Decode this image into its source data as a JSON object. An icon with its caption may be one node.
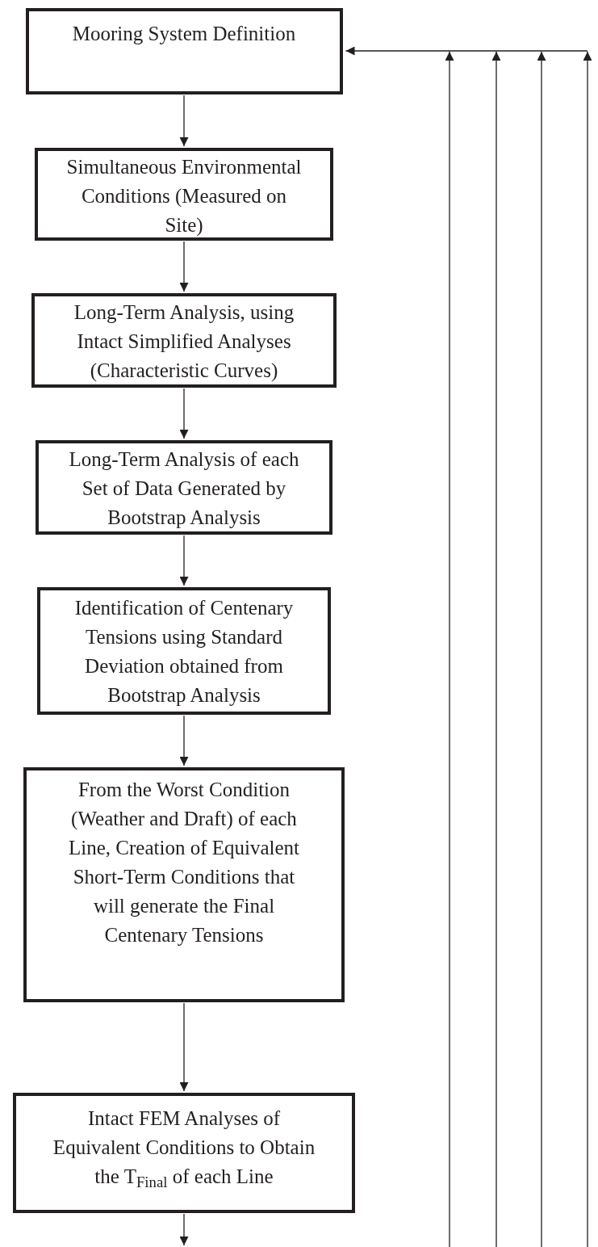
{
  "diagram": {
    "nodes": [
      {
        "text": [
          "Mooring System Definition"
        ]
      },
      {
        "text": [
          "Simultaneous Environmental Conditions (Measured on Site)"
        ]
      },
      {
        "text": [
          "Long-Term Analysis, using Intact Simplified Analyses (Characteristic Curves)"
        ]
      },
      {
        "text": [
          "Long-Term Analysis of each Set of Data Generated by Bootstrap Analysis"
        ]
      },
      {
        "text": [
          "Identification of Centenary Tensions using Standard Deviation obtained from Bootstrap Analysis"
        ]
      },
      {
        "text": [
          "From the Worst Condition (Weather and Draft) of each Line, Creation of Equivalent Short-Term Conditions that will generate the Final Centenary Tensions"
        ]
      },
      {
        "text": [
          "Intact FEM Analyses of Equivalent Conditions to Obtain the T$_{Final}$ of each Line"
        ]
      }
    ],
    "edges": [
      {
        "from": 0,
        "to": 1,
        "arrow": "to"
      },
      {
        "from": 1,
        "to": 2,
        "arrow": "to"
      },
      {
        "from": 2,
        "to": 3,
        "arrow": "to"
      },
      {
        "from": 3,
        "to": 4,
        "arrow": "to"
      },
      {
        "from": 4,
        "to": 5,
        "arrow": "to"
      },
      {
        "from": 5,
        "to": 6,
        "arrow": "to"
      },
      {
        "from": 6,
        "to": null,
        "arrow": "to"
      },
      {
        "from": null,
        "to": 0,
        "arrow": "to"
      },
      {
        "from": null,
        "to": 0,
        "arrow": "to"
      },
      {
        "from": null,
        "to": 0,
        "arrow": "to"
      },
      {
        "from": null,
        "to": 0,
        "arrow": "to"
      }
    ]
  }
}
